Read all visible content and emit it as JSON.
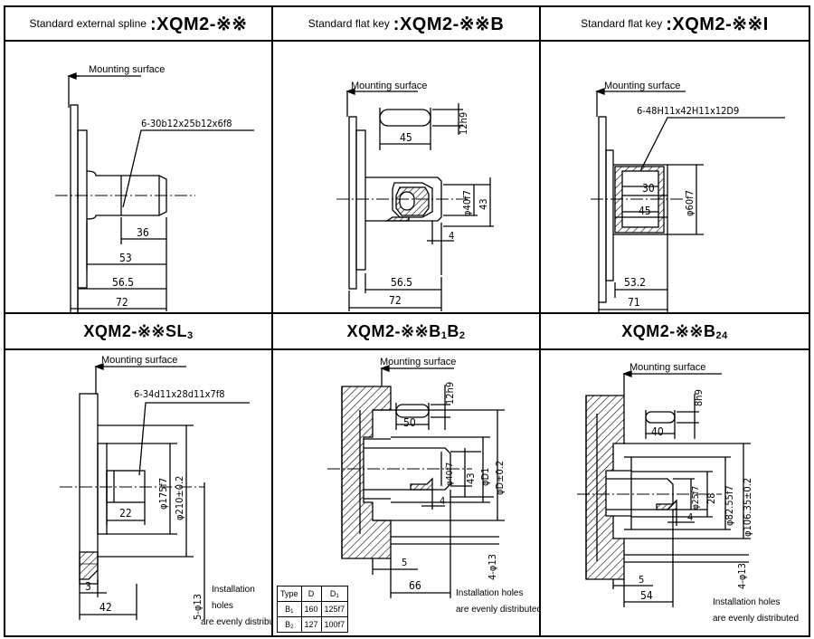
{
  "panels": [
    {
      "id": "ext-spline",
      "header_prefix": "Standard external spline",
      "header_model": ":XQM2-※※",
      "mounting_label": "Mounting surface",
      "spline_spec": "6-30b12x25b12x6f8",
      "dims": {
        "d1": "36",
        "d2": "53",
        "d3": "56.5",
        "d4": "72"
      }
    },
    {
      "id": "flat-key-b",
      "header_prefix": "Standard flat key",
      "header_model": ":XQM2-※※B",
      "mounting_label": "Mounting surface",
      "dims": {
        "key_len": "45",
        "key_w": "12h9",
        "shaft_d": "φ40f7",
        "h": "43",
        "k": "4",
        "l1": "56.5",
        "l2": "72"
      }
    },
    {
      "id": "flat-key-i",
      "header_prefix": "Standard flat key",
      "header_model": ":XQM2-※※I",
      "mounting_label": "Mounting surface",
      "spline_spec": "6-48H11x42H11x12D9",
      "dims": {
        "a": "30",
        "b": "45",
        "d": "φ60f7",
        "l1": "53.2",
        "l2": "71"
      }
    },
    {
      "id": "sl3",
      "header_model": "XQM2-※※SL",
      "header_sub": "3",
      "mounting_label": "Mounting surface",
      "spline_spec": "6-34d11x28d11x7f8",
      "dims": {
        "a": "22",
        "d1": "φ175f7",
        "d2": "φ210±0.2",
        "t": "3",
        "l": "42",
        "holes": "5-φ13"
      },
      "note_line1": "Installation holes",
      "note_line2": "are evenly distributed"
    },
    {
      "id": "b1b2",
      "header_model": "XQM2-※※B",
      "header_sub1": "1",
      "header_mid": "B",
      "header_sub2": "2",
      "mounting_label": "Mounting surface",
      "dims": {
        "key_w": "12h9",
        "key_len": "50",
        "shaft_d": "φ40f7",
        "h": "43",
        "d1": "φD1",
        "d": "φD±0.2",
        "k": "4",
        "t": "5",
        "l": "66",
        "holes": "4-φ13"
      },
      "note_line1": "Installation holes",
      "note_line2": "are evenly distributed",
      "table": {
        "headers": [
          "Type",
          "D",
          "D"
        ],
        "header_sub": "1",
        "rows": [
          {
            "type": "B",
            "sub": "1",
            "D": "160",
            "D1": "125f7"
          },
          {
            "type": "B",
            "sub": "2",
            "D": "127",
            "D1": "100f7"
          }
        ]
      }
    },
    {
      "id": "b24",
      "header_model": "XQM2-※※B",
      "header_sub": "24",
      "mounting_label": "Mounting surface",
      "dims": {
        "key_w": "8h9",
        "key_len": "40",
        "shaft_d": "φ25f7",
        "h": "28",
        "d1": "φ82.55f7",
        "d": "φ106.35±0.2",
        "k": "4",
        "t": "5",
        "l": "54",
        "holes": "4-φ13"
      },
      "note_line1": "Installation holes",
      "note_line2": "are evenly distributed"
    }
  ]
}
